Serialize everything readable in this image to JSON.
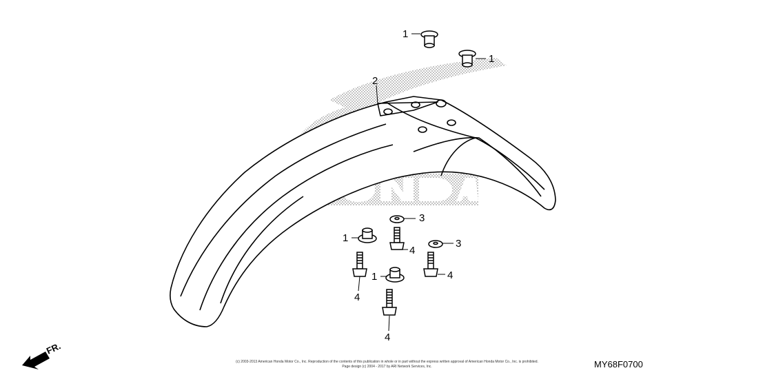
{
  "diagram": {
    "callouts": [
      {
        "id": "c1a",
        "text": "1"
      },
      {
        "id": "c1b",
        "text": "1"
      },
      {
        "id": "c2",
        "text": "2"
      },
      {
        "id": "c3a",
        "text": "3"
      },
      {
        "id": "c3b",
        "text": "3"
      },
      {
        "id": "c1c",
        "text": "1"
      },
      {
        "id": "c4a",
        "text": "4"
      },
      {
        "id": "c4b",
        "text": "4"
      },
      {
        "id": "c1d",
        "text": "1"
      },
      {
        "id": "c4c",
        "text": "4"
      },
      {
        "id": "c4d",
        "text": "4"
      }
    ],
    "watermark_logo": "HONDA",
    "direction_label": "FR.",
    "copyright_line1": "(c) 2003-2013 American Honda Motor Co., Inc. Reproduction of the contents of this publication in whole or in part without the express written approval of American Honda Motor Co., Inc. is prohibited.",
    "copyright_line2": "Page design (c) 2004 - 2017 by ARI Network Services, Inc.",
    "figure_code": "MY68F0700"
  }
}
